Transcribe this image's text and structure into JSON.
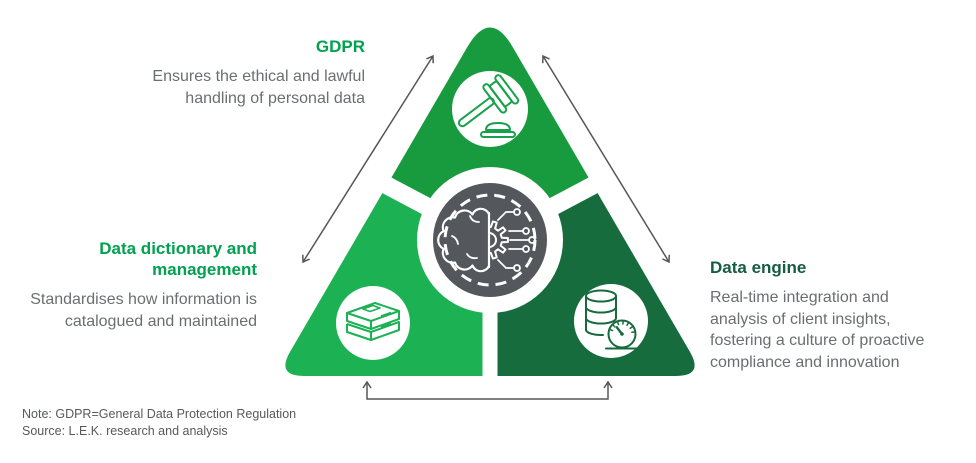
{
  "sections": {
    "gdpr": {
      "title": "GDPR",
      "description": "Ensures the ethical and lawful handling of personal data",
      "icon": "gavel-icon"
    },
    "dictionary": {
      "title": "Data dictionary and management",
      "description": "Standardises how information is catalogued and maintained",
      "icon": "books-icon"
    },
    "engine": {
      "title": "Data engine",
      "description": "Real-time integration and analysis of client insights, fostering a culture of proactive compliance and innovation",
      "icon": "database-gauge-icon"
    },
    "core": {
      "icon": "brain-circuit-icon"
    }
  },
  "footer": {
    "note": "Note: GDPR=General Data Protection Regulation",
    "source": "Source: L.E.K. research and analysis"
  },
  "colors": {
    "green-top": "#189B3F",
    "green-left": "#1CB152",
    "green-right": "#176C3E",
    "gray-core": "#54575C",
    "green-title": "#00A24F",
    "green-title-dark": "#165C44",
    "text-gray": "#6B6E71",
    "note-gray": "#58595B",
    "arrow-gray": "#55565A",
    "icon-gavel": "#18A14B",
    "icon-books": "#1DB156",
    "icon-db": "#17693E"
  }
}
